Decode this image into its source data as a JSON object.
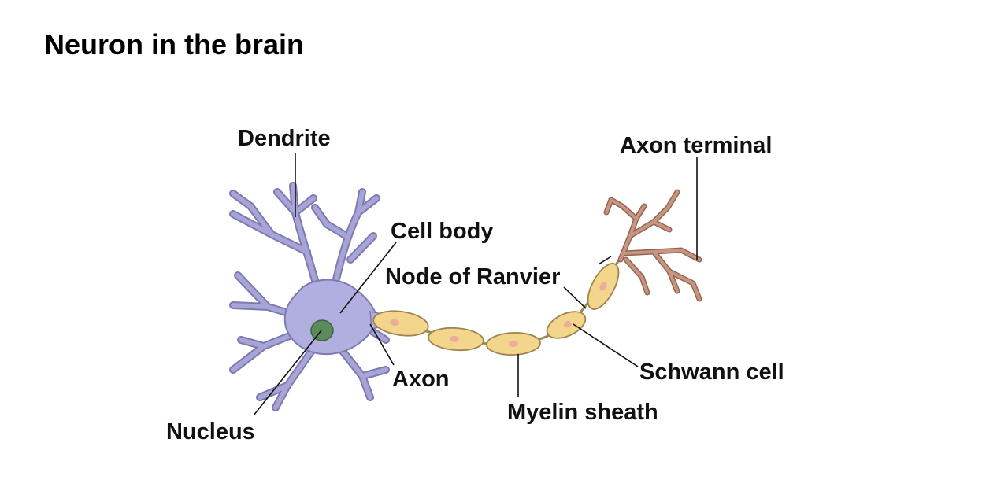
{
  "title": "Neuron in the brain",
  "labels": {
    "dendrite": "Dendrite",
    "axon_terminal": "Axon terminal",
    "cell_body": "Cell body",
    "node_of_ranvier": "Node of Ranvier",
    "schwann_cell": "Schwann cell",
    "axon": "Axon",
    "myelin_sheath": "Myelin sheath",
    "nucleus": "Nucleus"
  },
  "colors": {
    "cell": "#b0afe0",
    "nucleus": "#5c8a5c",
    "myelin": "#f3d58c",
    "terminal": "#c9957f"
  }
}
